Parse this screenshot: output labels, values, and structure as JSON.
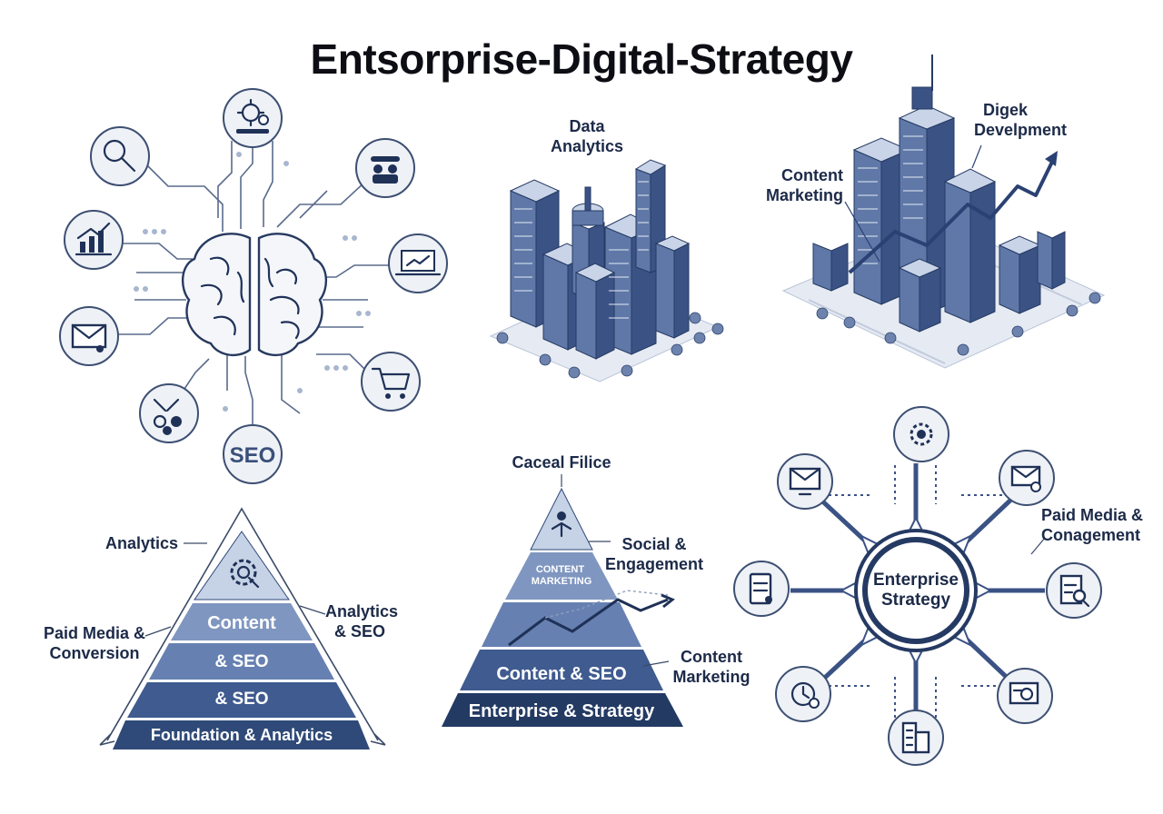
{
  "title": "Entsorprise-Digital-Strategy",
  "brain_panel": {
    "seo_label": "SEO"
  },
  "city_panel": {
    "label": "Data\nAnalytics"
  },
  "growth_panel": {
    "label_content": "Content\nMarketing",
    "label_dev": "Digek\nDevelpment"
  },
  "pyramid_left": {
    "label_top": "Analytics",
    "label_right": "Analytics\n& SEO",
    "label_left": "Paid Media &\nConversion",
    "bands": [
      "Content",
      "& SEO",
      "& SEO",
      "Foundation & Analytics"
    ]
  },
  "pyramid_mid": {
    "label_top": "Caceal Filice",
    "label_social": "Social &\nEngagement",
    "label_content": "Content\nMarketing",
    "bands": [
      "CONTENT\nMARKETING",
      "",
      "Content & SEO",
      "Enterprise & Strategy"
    ]
  },
  "hub_panel": {
    "center": "Enterprise\nStrategy",
    "label_paid": "Paid Media &\nConagement"
  },
  "colors": {
    "navy": "#1f3157",
    "band_light": "#c6d2e6",
    "band_dark": "#2f4a78"
  }
}
